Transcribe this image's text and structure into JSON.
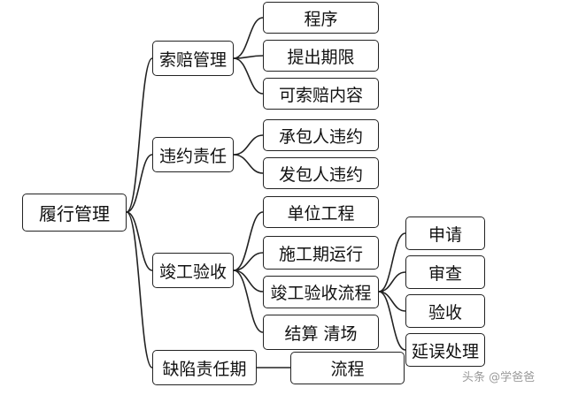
{
  "diagram": {
    "root": {
      "id": "root",
      "label": "履行管理"
    },
    "level1": [
      {
        "id": "claims",
        "label": "索赔管理"
      },
      {
        "id": "breach",
        "label": "违约责任"
      },
      {
        "id": "acceptance",
        "label": "竣工验收"
      },
      {
        "id": "defect",
        "label": "缺陷责任期"
      }
    ],
    "level2": [
      {
        "id": "procedure",
        "label": "程序",
        "parent": "claims"
      },
      {
        "id": "deadline",
        "label": "提出期限",
        "parent": "claims"
      },
      {
        "id": "claimable",
        "label": "可索赔内容",
        "parent": "claims"
      },
      {
        "id": "contractor_breach",
        "label": "承包人违约",
        "parent": "breach"
      },
      {
        "id": "employer_breach",
        "label": "发包人违约",
        "parent": "breach"
      },
      {
        "id": "unit_project",
        "label": "单位工程",
        "parent": "acceptance"
      },
      {
        "id": "operation",
        "label": "施工期运行",
        "parent": "acceptance"
      },
      {
        "id": "acceptance_flow",
        "label": "竣工验收流程",
        "parent": "acceptance"
      },
      {
        "id": "settlement",
        "label": "结算 清场",
        "parent": "acceptance"
      },
      {
        "id": "defect_flow",
        "label": "流程",
        "parent": "defect"
      }
    ],
    "level3": [
      {
        "id": "apply",
        "label": "申请",
        "parent": "acceptance_flow"
      },
      {
        "id": "review",
        "label": "审查",
        "parent": "acceptance_flow"
      },
      {
        "id": "inspect",
        "label": "验收",
        "parent": "acceptance_flow"
      },
      {
        "id": "delay",
        "label": "延误处理",
        "parent": "acceptance_flow"
      }
    ]
  },
  "watermark": "头条 @学爸爸"
}
